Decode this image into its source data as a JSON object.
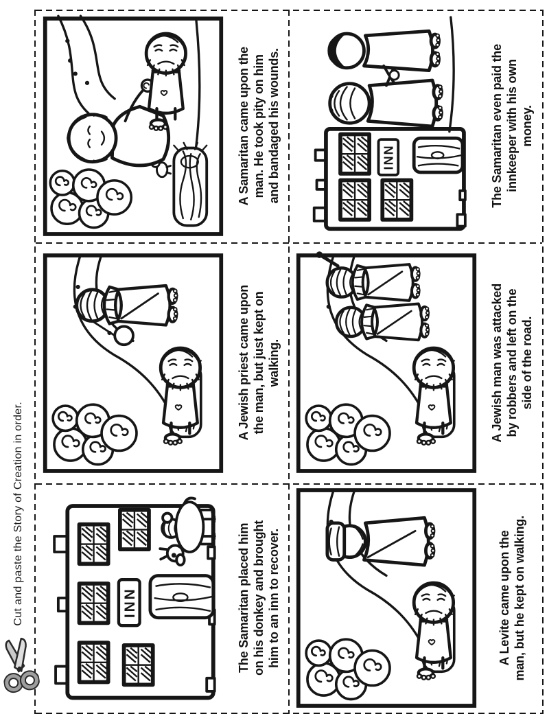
{
  "colors": {
    "ink": "#161616",
    "paper": "#ffffff",
    "scissors_gray": "#bfbfbf"
  },
  "sidebar": {
    "instruction": "Cut and paste the Story of Creation in order.",
    "scissors_icon": "scissors"
  },
  "panels": [
    {
      "caption": "A Samaritan came upon the\nman. He took pity on him\nand bandaged his wounds.",
      "alt": "Samaritan bending over the injured man lying by the road, with bushes and a log"
    },
    {
      "caption": "The Samaritan even paid the\ninnkeeper with his own\nmoney.",
      "alt": "Samaritan handing money to the innkeeper in front of the inn",
      "sign_text": "INN"
    },
    {
      "caption": "A Jewish priest came upon\nthe man, but just kept on\nwalking.",
      "alt": "Priest walking away while the injured man sits by the road"
    },
    {
      "caption": "A Jewish man was attacked\nby robbers and left on the\nside of the road.",
      "alt": "Two robbers leaving the injured man at the side of the road"
    },
    {
      "caption": "The Samaritan placed him\non his donkey and brought\nhim to an inn to recover.",
      "alt": "Donkey carrying the man arriving at the inn building",
      "sign_text": "INN"
    },
    {
      "caption": "A Levite came upon the\nman, but he kept on walking.",
      "alt": "Levite walking away while the injured man sits by the road"
    }
  ]
}
